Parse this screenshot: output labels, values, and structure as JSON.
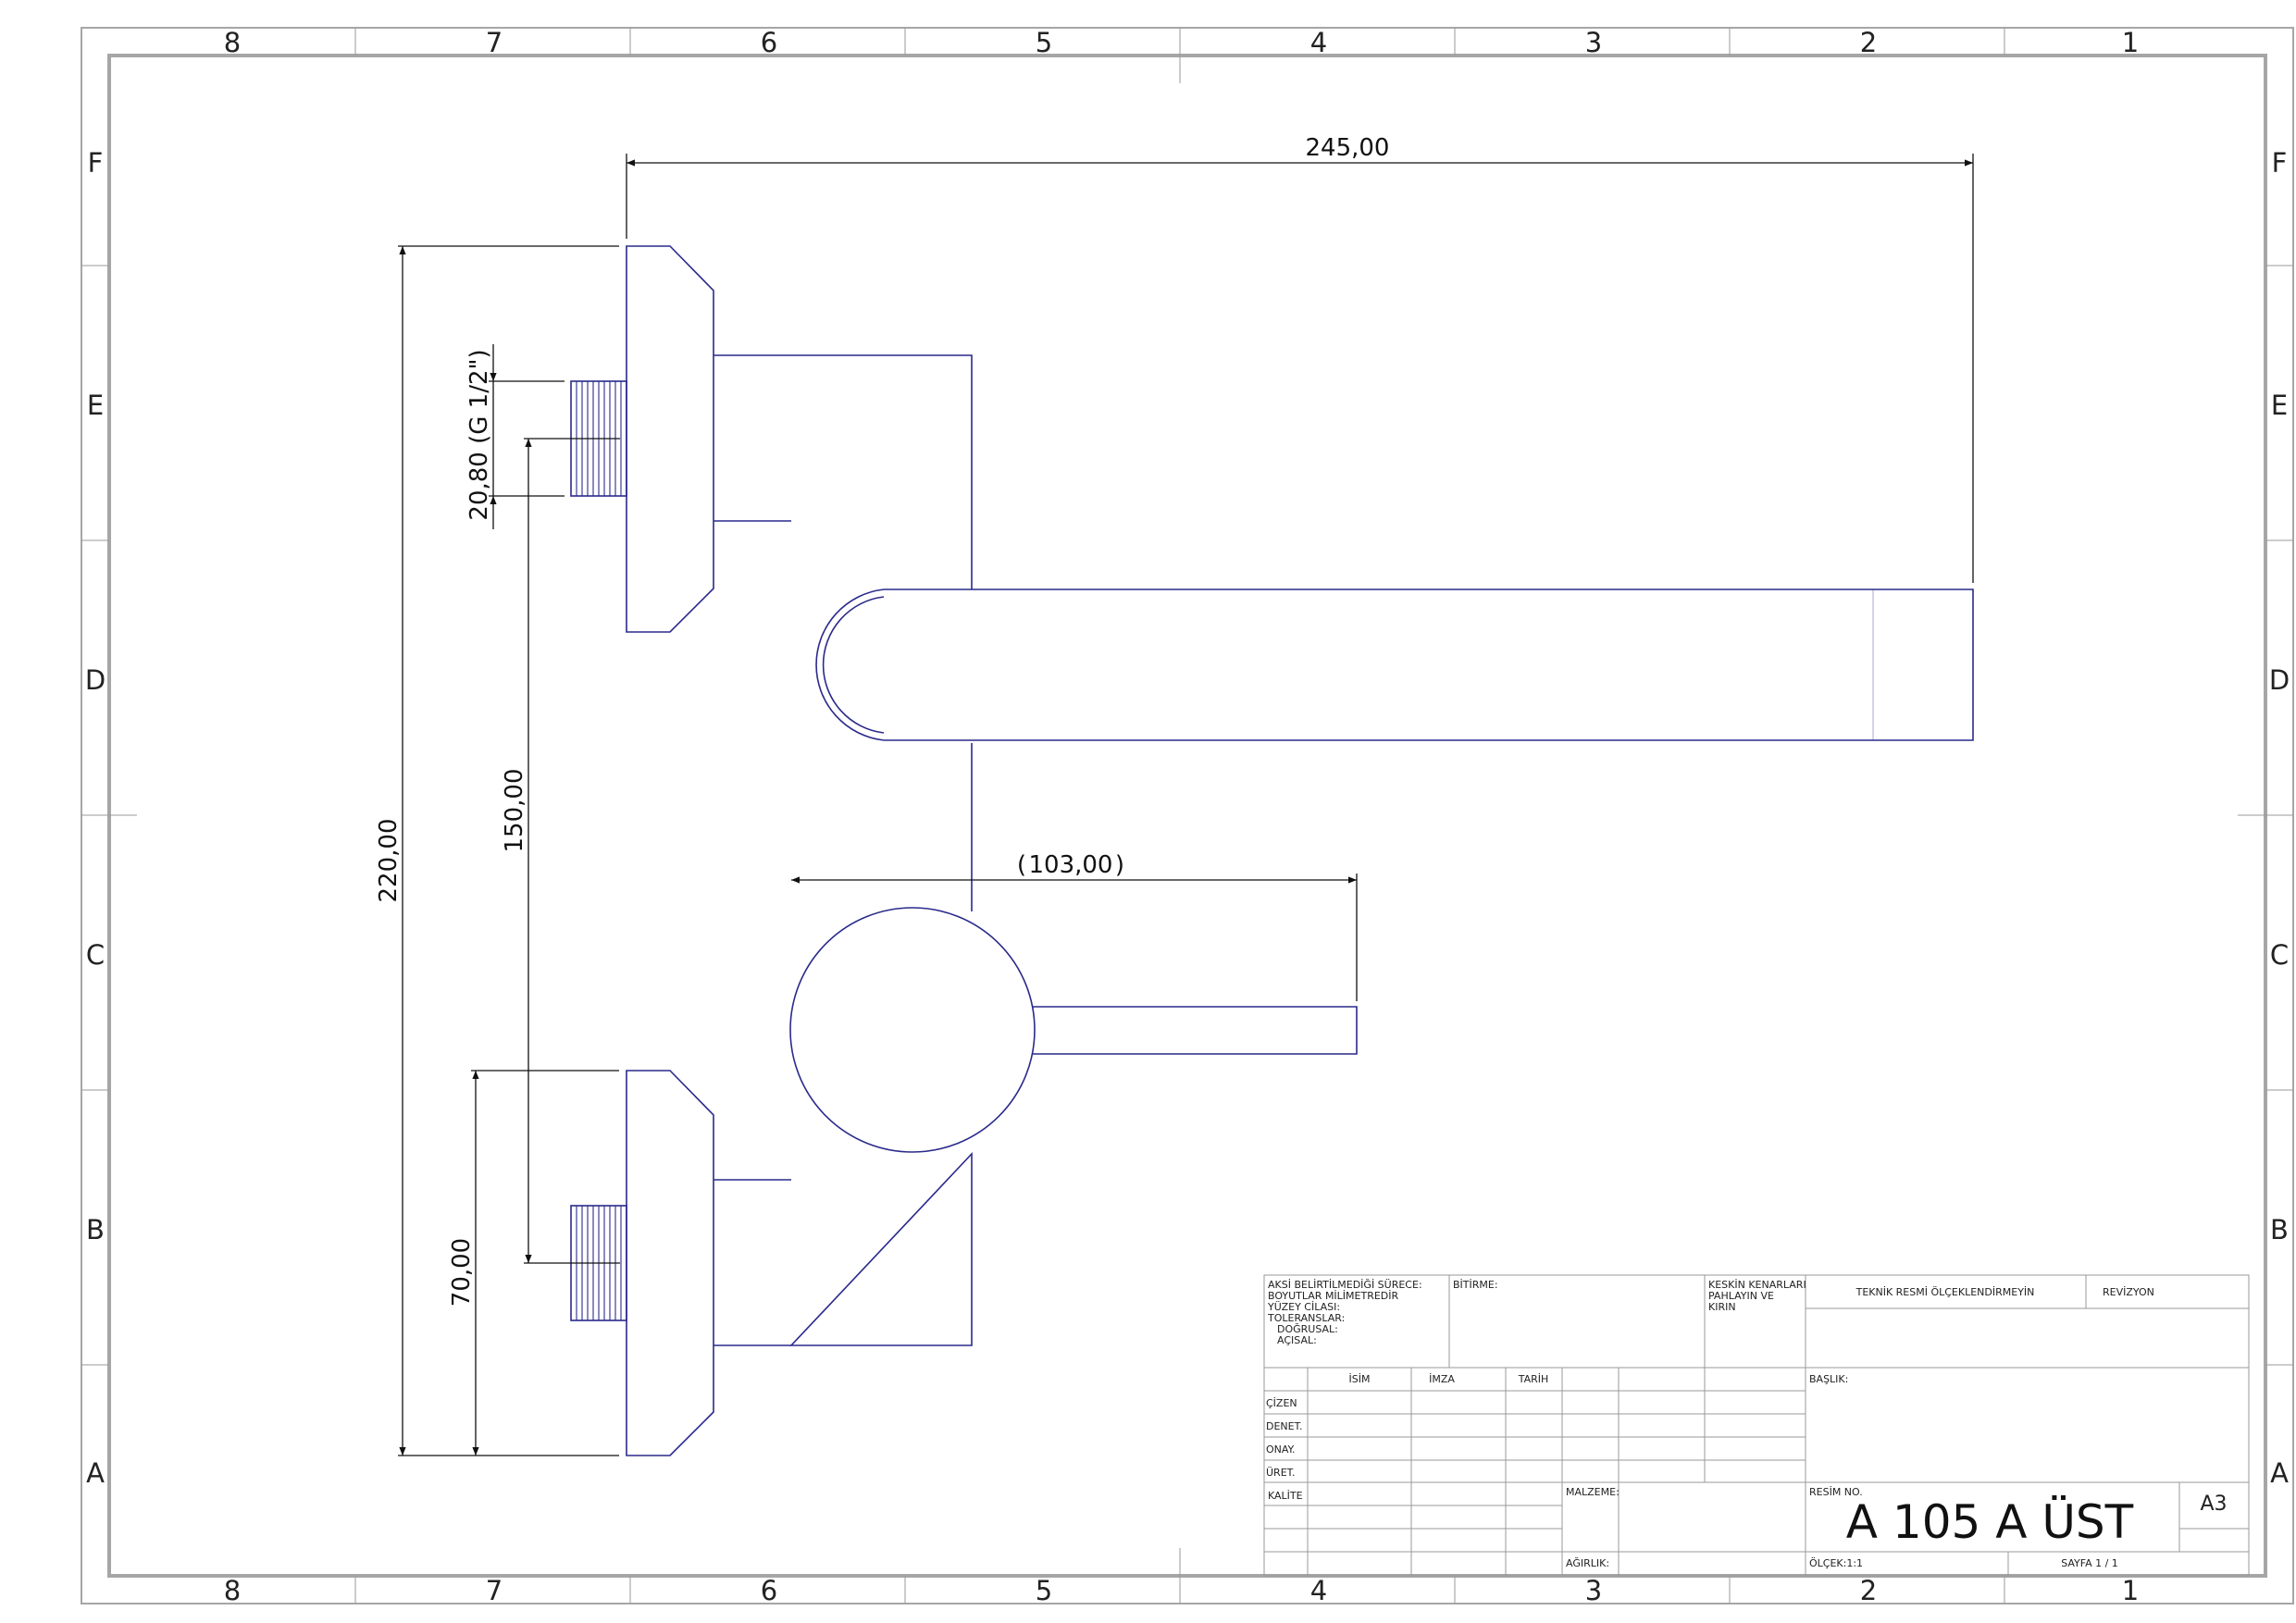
{
  "frame": {
    "zones_cols": [
      "8",
      "7",
      "6",
      "5",
      "4",
      "3",
      "2",
      "1"
    ],
    "zones_rows": [
      "F",
      "E",
      "D",
      "C",
      "B",
      "A"
    ]
  },
  "dimensions": {
    "overall_width": "245,00",
    "overall_height": "220,00",
    "thread": "20,80 (G 1/2\")",
    "inlet_spacing": "150,00",
    "lower_height": "70,00",
    "handle_length": "103,00"
  },
  "title_block": {
    "general_notes": [
      "AKSİ BELİRTİLMEDİĞİ SÜRECE:",
      "BOYUTLAR MİLİMETREDİR",
      "YÜZEY CİLASI:",
      "TOLERANSLAR:",
      "DOĞRUSAL:",
      "AÇISAL:"
    ],
    "finish_label": "BİTİRME:",
    "edges_note": [
      "KESKİN KENARLARI",
      "PAHLAYIN VE",
      "KIRIN"
    ],
    "no_scale": "TEKNİK RESMİ ÖLÇEKLENDİRMEYİN",
    "revision_label": "REVİZYON",
    "col_name": "İSİM",
    "col_signature": "İMZA",
    "col_date": "TARİH",
    "rows": [
      "ÇİZEN",
      "DENET.",
      "ONAY.",
      "ÜRET.",
      "KALİTE"
    ],
    "title_label": "BAŞLIK:",
    "material_label": "MALZEME:",
    "drawing_no_label": "RESİM NO.",
    "drawing_no": "A 105 A ÜST",
    "paper_size": "A3",
    "weight_label": "AĞIRLIK:",
    "scale": "ÖLÇEK:1:1",
    "sheet": "SAYFA 1 / 1"
  }
}
